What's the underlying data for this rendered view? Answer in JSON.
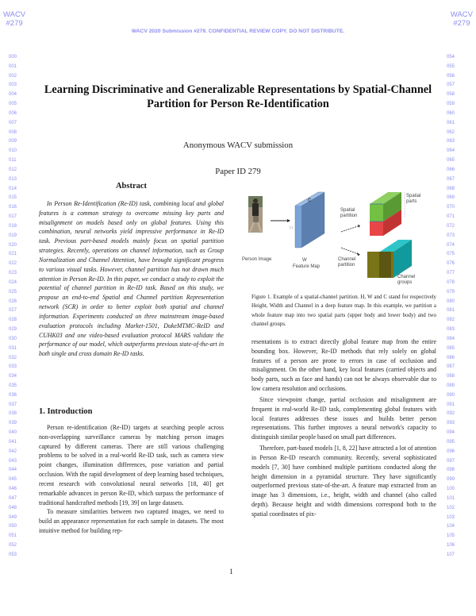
{
  "header": {
    "corner_left": [
      "WACV",
      "#279"
    ],
    "corner_right": [
      "WACV",
      "#279"
    ],
    "banner": "WACV 2020 Submission #279.  CONFIDENTIAL REVIEW COPY. DO NOT DISTRIBUTE."
  },
  "line_numbers": {
    "left": [
      "000",
      "001",
      "002",
      "003",
      "004",
      "005",
      "006",
      "007",
      "008",
      "009",
      "010",
      "011",
      "012",
      "013",
      "014",
      "015",
      "016",
      "017",
      "018",
      "019",
      "020",
      "021",
      "022",
      "023",
      "024",
      "025",
      "026",
      "027",
      "028",
      "029",
      "030",
      "031",
      "032",
      "033",
      "034",
      "035",
      "036",
      "037",
      "038",
      "039",
      "040",
      "041",
      "042",
      "043",
      "044",
      "045",
      "046",
      "047",
      "048",
      "049",
      "050",
      "051",
      "052",
      "053"
    ],
    "right": [
      "054",
      "055",
      "056",
      "057",
      "058",
      "059",
      "060",
      "061",
      "062",
      "063",
      "064",
      "065",
      "066",
      "067",
      "068",
      "069",
      "070",
      "071",
      "072",
      "073",
      "074",
      "075",
      "076",
      "077",
      "078",
      "079",
      "080",
      "081",
      "082",
      "083",
      "084",
      "085",
      "086",
      "087",
      "088",
      "089",
      "090",
      "091",
      "092",
      "093",
      "094",
      "095",
      "096",
      "097",
      "098",
      "099",
      "100",
      "101",
      "102",
      "103",
      "104",
      "105",
      "106",
      "107"
    ]
  },
  "paper": {
    "title_line1": "Learning Discriminative and Generalizable Representations by Spatial-Channel",
    "title_line2": "Partition for Person Re-Identification",
    "author": "Anonymous WACV submission",
    "paper_id": "Paper ID 279"
  },
  "abstract": {
    "heading": "Abstract",
    "text": "In Person Re-Identification (Re-ID) task, combining local and global features is a common strategy to overcome missing key parts and misalignment on models based only on global features. Using this combination, neural networks yield impressive performance in Re-ID task. Previous part-based models mainly focus on spatial partition strategies. Recently, operations on channel information, such as Group Normalization and Channel Attention, have brought significant progress to various visual tasks. However, channel partition has not drawn much attention in Person Re-ID. In this paper, we conduct a study to exploit the potential of channel partition in Re-ID task. Based on this study, we propose an end-to-end Spatial and Channel partition Representation network (SCR) in order to better exploit both spatial and channel information. Experiments conducted on three mainstream image-based evaluation protocols including Market-1501, DukeMTMC-ReID and CUHK03 and one video-based evaluation protocol MARS validate the performance of our model, which outperforms previous state-of-the-art in both single and cross domain Re-ID tasks."
  },
  "introduction": {
    "heading": "1. Introduction",
    "paragraphs": [
      "Person re-identification (Re-ID) targets at searching people across non-overlapping surveillance cameras by matching person images captured by different cameras. There are still various challenging problems to be solved in a real-world Re-ID task, such as camera view point changes, illumination differences, pose variation and partial occlusion. With the rapid development of deep learning based techniques, recent research with convolutional neural networks [18, 40] get remarkable advances in person Re-ID, which surpass the performance of traditional handcrafted methods [19, 39] on large datasets.",
      "To measure similarities between two captured images, we need to build an appearance representation for each sample in datasets. The most intuitive method for building rep-"
    ]
  },
  "figure1": {
    "labels": {
      "person_image": "Person Image",
      "feature_map": "Feature Map",
      "c": "C",
      "h": "H",
      "w": "W",
      "spatial_partition": [
        "Spatial",
        "partition"
      ],
      "channel_partition": [
        "Channel",
        "partition"
      ],
      "spatial_parts": [
        "Spatial",
        "parts"
      ],
      "channel_groups": [
        "Channel",
        "groups"
      ]
    },
    "colors": {
      "feature_map_front": "#7ba3d6",
      "feature_map_side": "#5b7fae",
      "feature_map_top": "#9dbde6",
      "spatial_upper_front": "#74c043",
      "spatial_upper_side": "#5a9a34",
      "spatial_upper_top": "#8fd063",
      "spatial_lower_front": "#e84646",
      "spatial_lower_side": "#c23434",
      "channel_front": "#7a7418",
      "channel_front_side": "#5c5612",
      "channel_back_top": "#2ec5c8",
      "channel_back_side": "#12999c"
    },
    "caption": "Figure 1. Example of a spatial-channel partition. H, W and C stand for respectively Height, Width and Channel in a deep feature map. In this example, we partition a whole feature map into two spatial parts (upper body and lower body) and two channel groups."
  },
  "right_column": {
    "paragraphs": [
      "resentations is to extract directly global feature map from the entire bounding box. However, Re-ID methods that rely solely on global features of a person are prone to errors in case of occlusion and misalignment. On the other hand, key local features (carried objects and body parts, such as face and hands) can not be always observable due to low camera resolution and occlusions.",
      "Since viewpoint change, partial occlusion and misalignment are frequent in real-world Re-ID task, complementing global features with local features addresses these issues and builds better person representations. This further improves a neural network's capacity to distinguish similar people based on small part differences.",
      "Therefore, part-based models [1, 8, 22] have attracted a lot of attention in Person Re-ID research community. Recently, several sophisticated models [7, 30] have combined multiple partitions conducted along the height dimension in a pyramidal structure. They have significantly outperformed previous state-of-the-art. A feature map extracted from an image has 3 dimensions, i.e., height, width and channel (also called depth). Because height and width dimensions correspond both to the spatial coordinates of pix-"
    ]
  },
  "footer": {
    "page_number": "1"
  }
}
